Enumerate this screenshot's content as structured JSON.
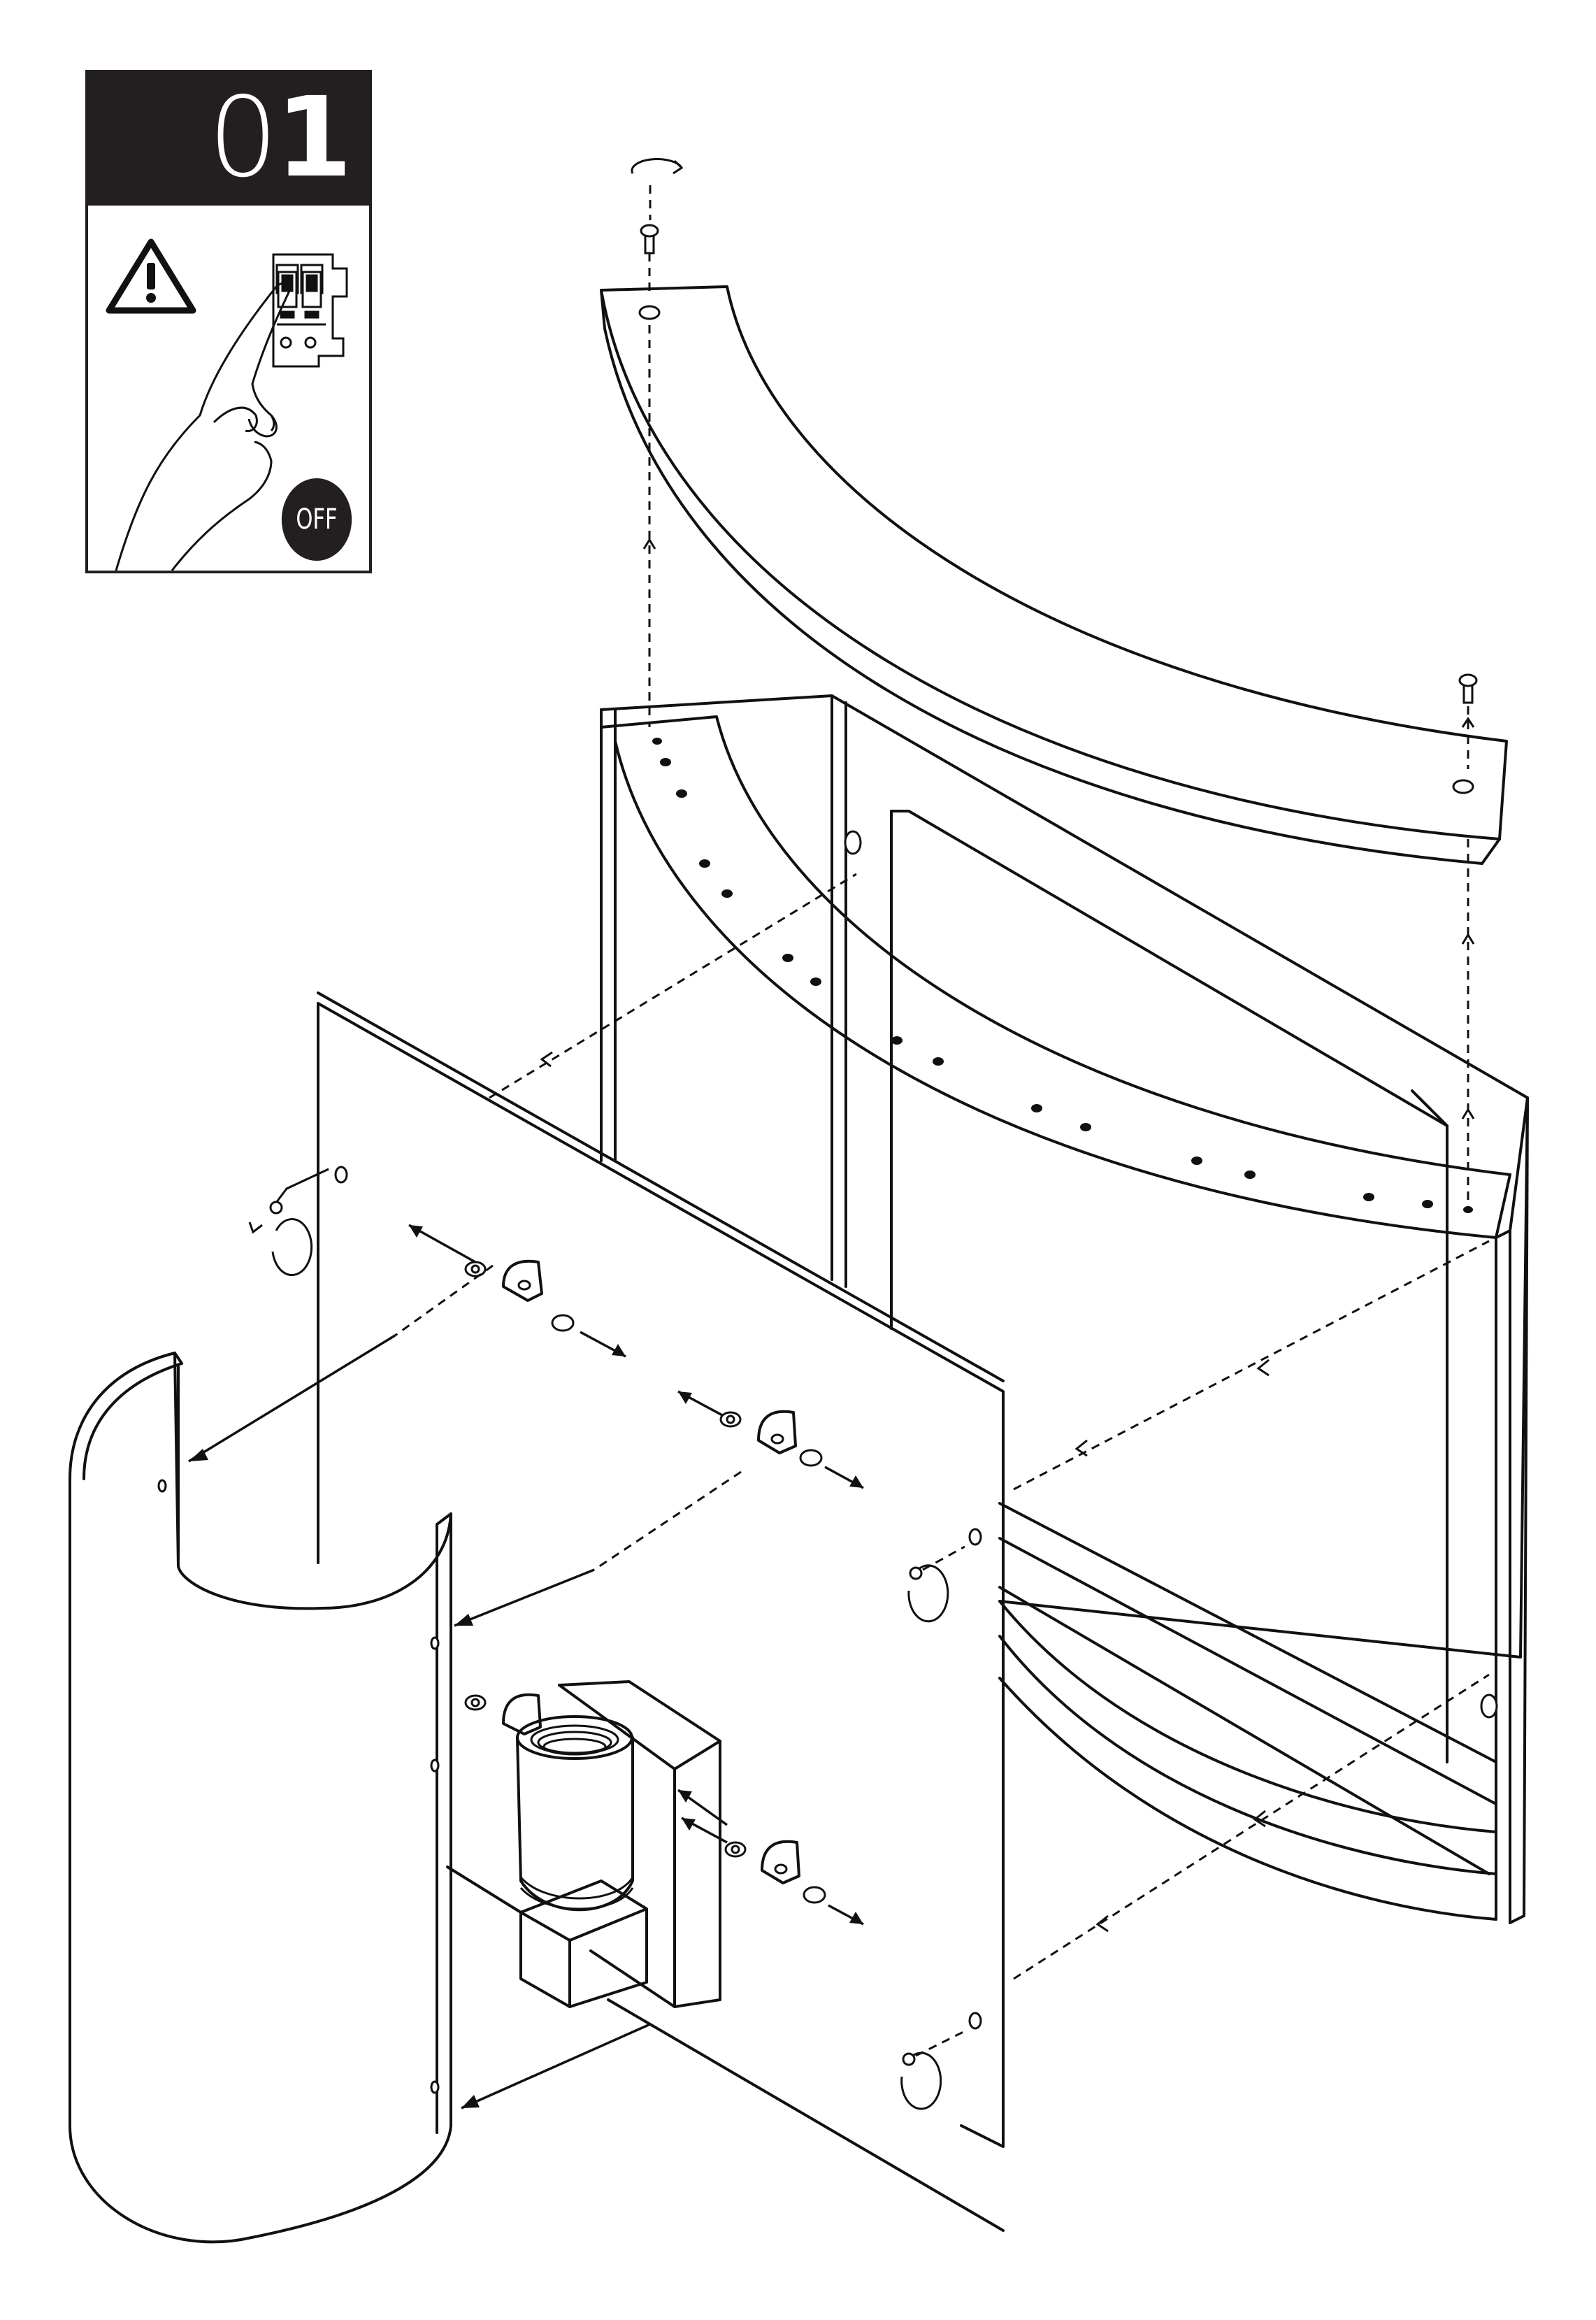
{
  "step": {
    "number_light": "0",
    "number_bold": "1"
  },
  "warning": {
    "icon": "warning-triangle-icon",
    "action_icon": "circuit-breaker-switch-off-icon",
    "badge_label": "OFF"
  },
  "diagram": {
    "parts": [
      "allen-key-icon",
      "top-curved-cap",
      "fixing-screw",
      "fixture-frame",
      "mounting-plate",
      "curved-shade",
      "lamp-holder",
      "mounting-bracket"
    ],
    "colors": {
      "line": "#111111",
      "header": "#231f20",
      "background": "#ffffff"
    }
  }
}
